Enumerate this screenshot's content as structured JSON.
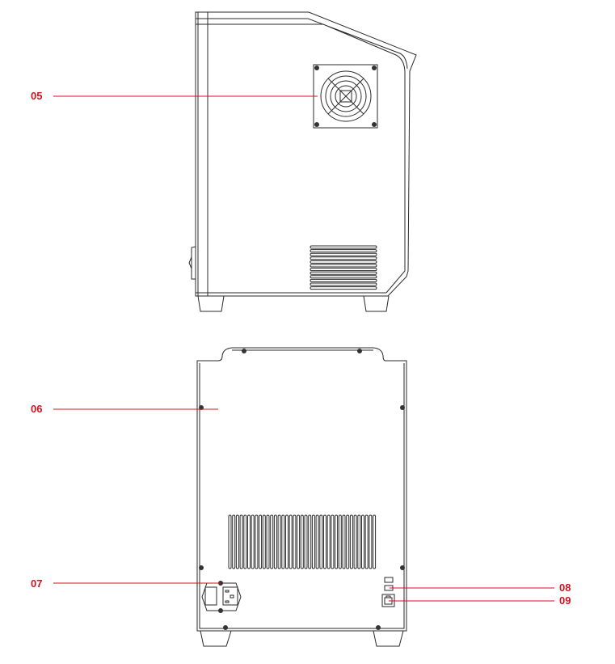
{
  "colors": {
    "callout": "#d3121f",
    "line": "#2a2a2a"
  },
  "callouts": [
    {
      "id": "05",
      "label": "05"
    },
    {
      "id": "06",
      "label": "06"
    },
    {
      "id": "07",
      "label": "07"
    },
    {
      "id": "08",
      "label": "08"
    },
    {
      "id": "09",
      "label": "09"
    }
  ]
}
